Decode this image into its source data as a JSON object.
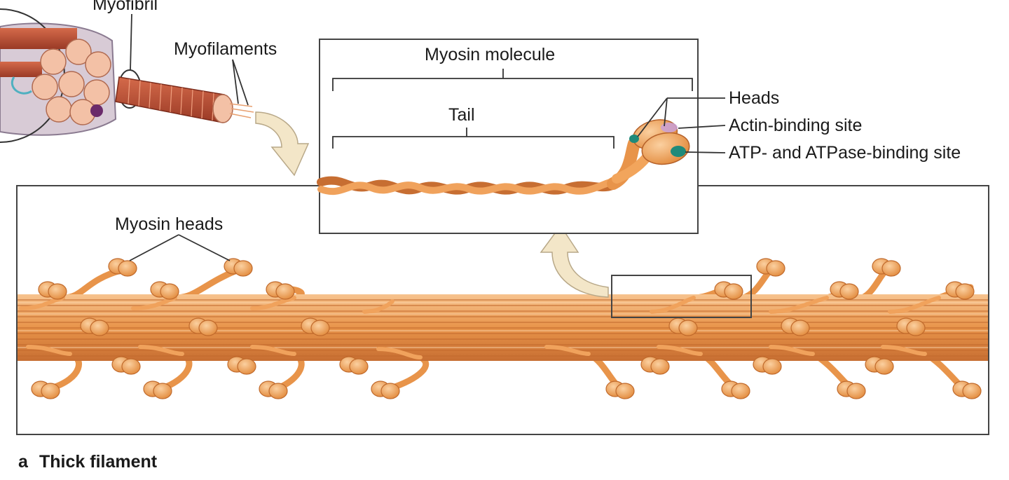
{
  "labels": {
    "myofibril": "Myofibril",
    "myofilaments": "Myofilaments",
    "myosin_molecule": "Myosin molecule",
    "tail": "Tail",
    "heads": "Heads",
    "actin_binding_site": "Actin-binding site",
    "atp_binding_site": "ATP- and ATPase-binding site",
    "myosin_heads": "Myosin heads"
  },
  "caption": {
    "letter": "a",
    "text": "Thick filament"
  },
  "colors": {
    "filament": "#e8944a",
    "filament_dark": "#b5612a",
    "filament_light": "#f6c08a",
    "head": "#f2a55c",
    "actin_site": "#c9a0d8",
    "atp_site": "#1f8a7a",
    "arrow_fill": "#f3e6c8",
    "box_stroke": "#444444"
  }
}
